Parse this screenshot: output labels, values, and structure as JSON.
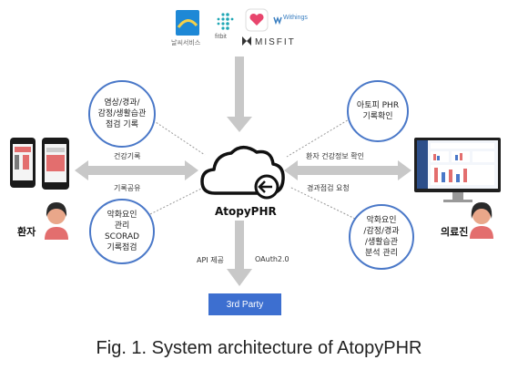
{
  "providers": {
    "weather_label": "날씨서비스",
    "fitbit_label": "fitbit",
    "withings_label": "Withings",
    "misfit_label": "MISFIT"
  },
  "center": {
    "title": "AtopyPHR"
  },
  "bubbles": {
    "top_left": "염상/경과/\n감정/생활습관\n점검 기록",
    "bottom_left": "악화요인\n관리\nSCORAD\n기록점검",
    "top_right": "아토피 PHR\n기록확인",
    "bottom_right": "악화요인\n/감정/경과\n/생활습관\n분석 관리"
  },
  "arrows": {
    "left_top_label": "건강기록",
    "left_bottom_label": "기록공유",
    "right_top_label": "환자 건강정보 확인",
    "right_bottom_label": "경과점검 요청",
    "down_left_label": "API 제공",
    "down_right_label": "OAuth2.0"
  },
  "roles": {
    "patient": "환자",
    "medical_staff": "의료진"
  },
  "third_party": {
    "label": "3rd Party"
  },
  "caption": "Fig. 1. System architecture of AtopyPHR",
  "colors": {
    "bubble_border": "#4a78c8",
    "arrow_fill": "#c8c8c8",
    "third_party_bg": "#3d6fd0",
    "person_skin": "#e9a78a",
    "person_hair": "#2a2a2a",
    "person_shirt": "#e36e6e"
  }
}
